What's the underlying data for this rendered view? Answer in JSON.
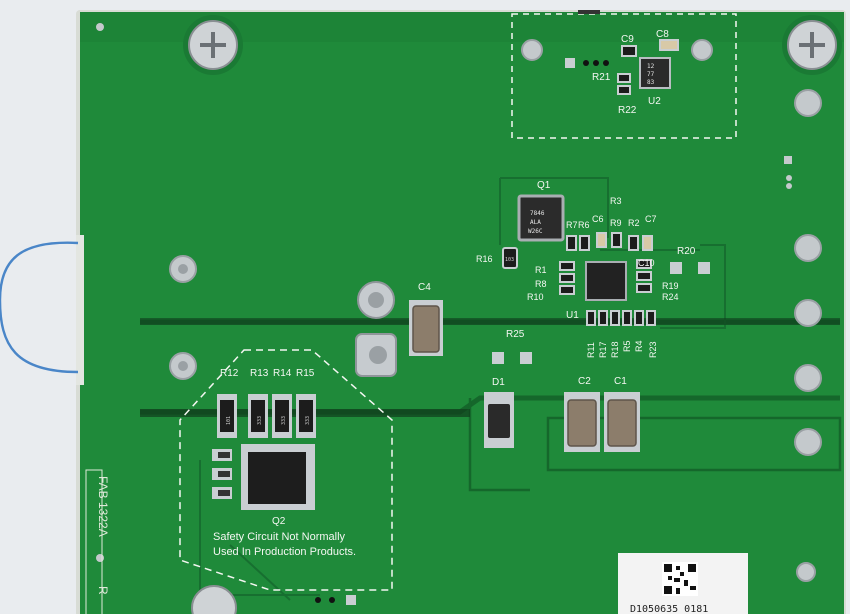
{
  "colors": {
    "solder_mask": "#1f8a3a",
    "solder_mask_dark": "#177531",
    "silkscreen": "#f4f7f2",
    "background": "#e9ecef",
    "pad": "#c9ced2",
    "wire": "#4a86c8"
  },
  "components": {
    "c9": "C9",
    "c8": "C8",
    "r21": "R21",
    "r22": "R22",
    "u2": "U2",
    "q1": "Q1",
    "r3": "R3",
    "r9": "R9",
    "r2": "R2",
    "c6": "C6",
    "r6": "R6",
    "c7": "C7",
    "r7": "R7",
    "r16": "R16",
    "r20": "R20",
    "r1": "R1",
    "r8": "R8",
    "r10": "R10",
    "c10": "C10",
    "r19": "R19",
    "r24": "R24",
    "c4": "C4",
    "u1": "U1",
    "r25": "R25",
    "r11": "R11",
    "r17": "R17",
    "r18": "R18",
    "r5": "R5",
    "r4": "R4",
    "r23": "R23",
    "r12": "R12",
    "r13": "R13",
    "r14": "R14",
    "r15": "R15",
    "d1": "D1",
    "c2": "C2",
    "c1": "C1",
    "q2": "Q2"
  },
  "chip_markings": {
    "q1_line1": "7846",
    "q1_line2": "ALA",
    "q1_line3": "W26C",
    "u2_line1": "12",
    "u2_line2": "77",
    "u2_line3": "83",
    "r12_mark": "101",
    "r13_mark": "333",
    "r14_mark": "333",
    "r15_mark": "333",
    "r16_mark": "103"
  },
  "notes": {
    "safety_line1": "Safety Circuit Not Normally",
    "safety_line2": "Used In Production Products."
  },
  "fab_label": "FAB 1322A",
  "fab_rev": "R",
  "barcode_text": "D1050635 0181"
}
